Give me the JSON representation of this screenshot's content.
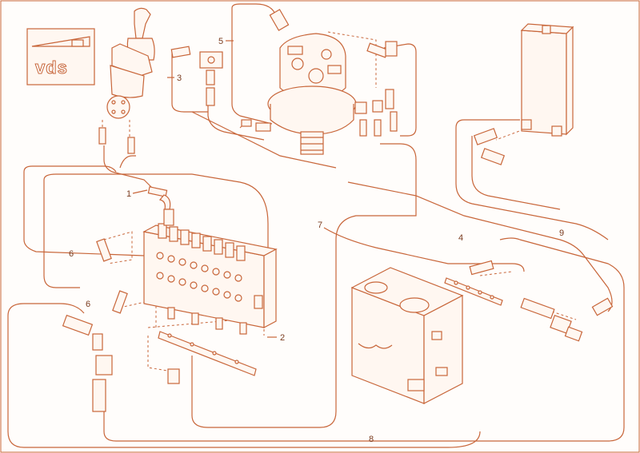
{
  "logo": {
    "text": "vds"
  },
  "callouts": [
    {
      "id": "1",
      "label": "1"
    },
    {
      "id": "2",
      "label": "2"
    },
    {
      "id": "3",
      "label": "3"
    },
    {
      "id": "4",
      "label": "4"
    },
    {
      "id": "5",
      "label": "5"
    },
    {
      "id": "6a",
      "label": "6"
    },
    {
      "id": "6b",
      "label": "6"
    },
    {
      "id": "7",
      "label": "7"
    },
    {
      "id": "8",
      "label": "8"
    },
    {
      "id": "9",
      "label": "9"
    }
  ],
  "colors": {
    "line": "#c8663a",
    "fill": "#fff7f1",
    "text": "#7a3b1e"
  }
}
